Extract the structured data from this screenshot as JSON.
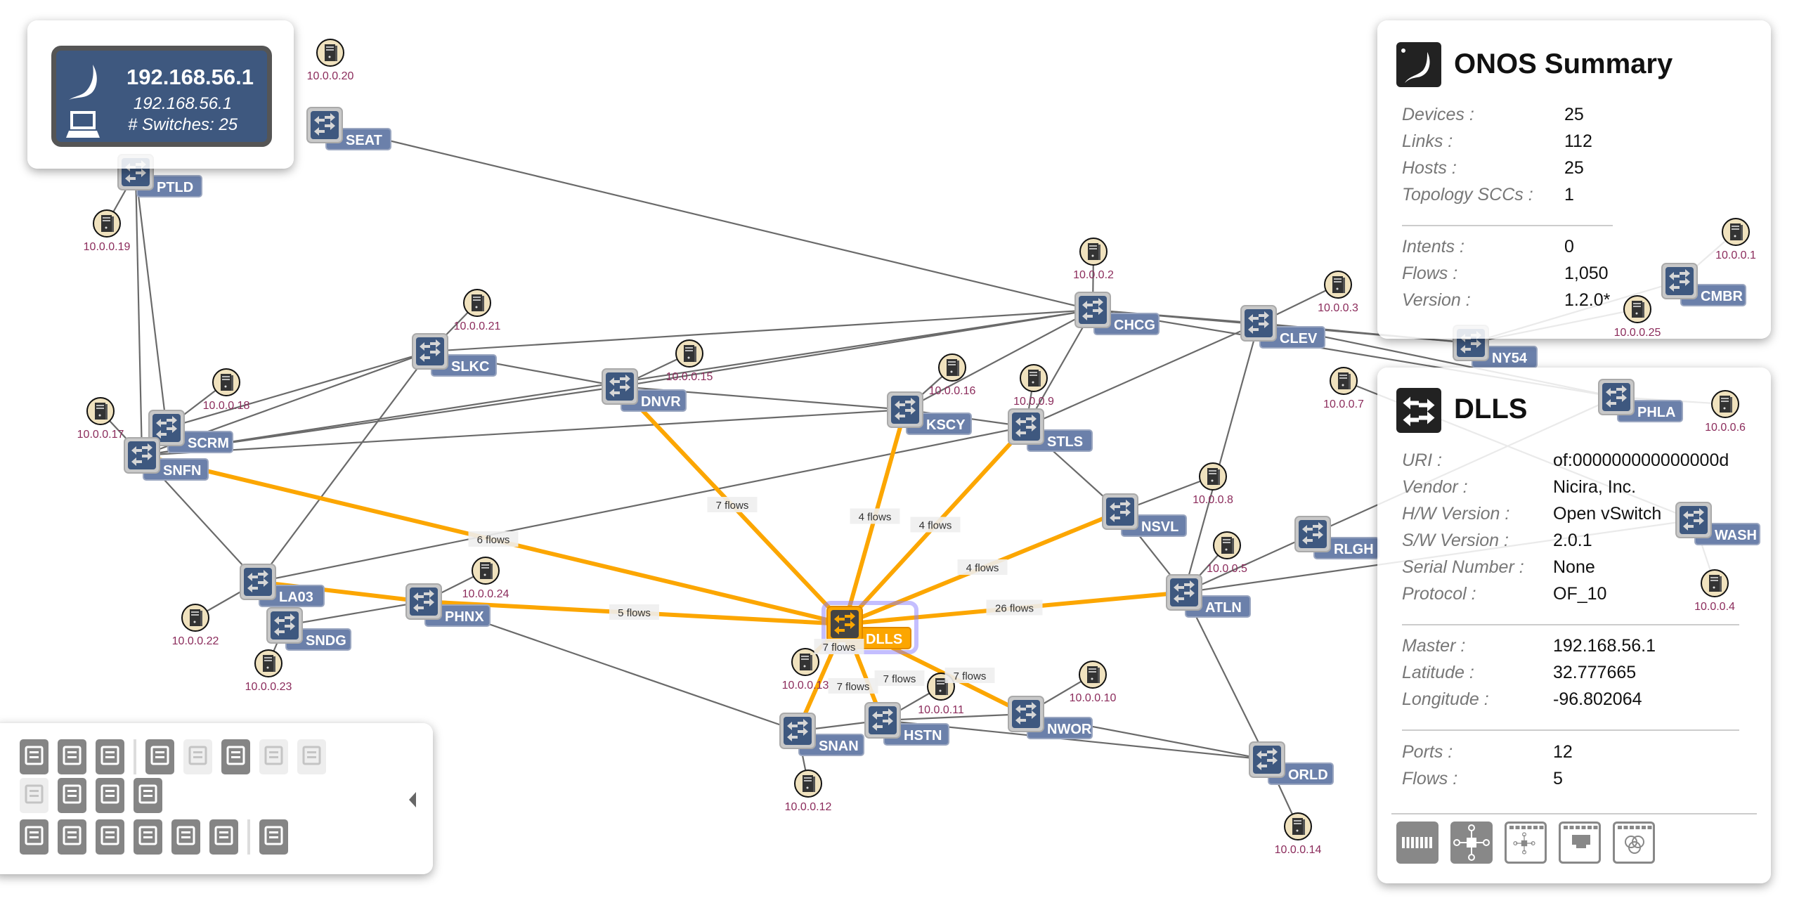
{
  "master": {
    "title": "192.168.56.1",
    "ip": "192.168.56.1",
    "switches": "# Switches: 25"
  },
  "summary": {
    "title": "ONOS Summary",
    "rows1": [
      {
        "k": "Devices :",
        "v": "25"
      },
      {
        "k": "Links :",
        "v": "112"
      },
      {
        "k": "Hosts :",
        "v": "25"
      },
      {
        "k": "Topology SCCs :",
        "v": "1"
      }
    ],
    "rows2": [
      {
        "k": "Intents :",
        "v": "0"
      },
      {
        "k": "Flows :",
        "v": "1,050"
      },
      {
        "k": "Version :",
        "v": "1.2.0*"
      }
    ]
  },
  "detail": {
    "title": "DLLS",
    "rows1": [
      {
        "k": "URI :",
        "v": "of:000000000000000d"
      },
      {
        "k": "Vendor :",
        "v": "Nicira, Inc."
      },
      {
        "k": "H/W Version :",
        "v": "Open vSwitch"
      },
      {
        "k": "S/W Version :",
        "v": "2.0.1"
      },
      {
        "k": "Serial Number :",
        "v": "None"
      },
      {
        "k": "Protocol :",
        "v": "OF_10"
      }
    ],
    "rows2": [
      {
        "k": "Master :",
        "v": "192.168.56.1"
      },
      {
        "k": "Latitude :",
        "v": "32.777665"
      },
      {
        "k": "Longitude :",
        "v": "-96.802064"
      }
    ],
    "rows3": [
      {
        "k": "Ports :",
        "v": "12"
      },
      {
        "k": "Flows :",
        "v": "5"
      }
    ],
    "buttons": [
      "ports-view-icon",
      "flows-view-icon",
      "device-flows-icon",
      "port-table-icon",
      "groups-icon"
    ]
  },
  "topology": {
    "switches": [
      "PTLD",
      "SEAT",
      "SCRM",
      "SNFN",
      "SLKC",
      "DNVR",
      "KSCY",
      "STLS",
      "CHCG",
      "CLEV",
      "NY54",
      "PHLA",
      "CMBR",
      "WASH",
      "NSVL",
      "RLGH",
      "ATLN",
      "LA03",
      "SNDG",
      "PHNX",
      "DLLS",
      "SNAN",
      "HSTN",
      "NWOR",
      "ORLD"
    ],
    "selected": "DLLS",
    "hosts": [
      "10.0.0.19",
      "10.0.0.21",
      "10.0.0.18",
      "10.0.0.17",
      "10.0.0.15",
      "10.0.0.16",
      "10.0.0.9",
      "10.0.0.2",
      "10.0.0.3",
      "10.0.0.7",
      "10.0.0.8",
      "10.0.0.5",
      "10.0.0.24",
      "10.0.0.22",
      "10.0.0.23",
      "10.0.0.13",
      "10.0.0.11",
      "10.0.0.10",
      "10.0.0.12",
      "10.0.0.14",
      "10.0.0.25",
      "10.0.0.1",
      "10.0.0.6",
      "10.0.0.4",
      "10.0.0.20"
    ],
    "links": [
      [
        "PTLD",
        "SNFN"
      ],
      [
        "PTLD",
        "SCRM"
      ],
      [
        "PTLD",
        "10.0.0.19"
      ],
      [
        "SEAT",
        "CHCG"
      ],
      [
        "SCRM",
        "SLKC"
      ],
      [
        "SCRM",
        "10.0.0.18"
      ],
      [
        "SNFN",
        "SLKC"
      ],
      [
        "SNFN",
        "CHCG"
      ],
      [
        "SNFN",
        "DNVR"
      ],
      [
        "SNFN",
        "KSCY"
      ],
      [
        "SNFN",
        "LA03"
      ],
      [
        "SNFN",
        "10.0.0.17"
      ],
      [
        "SCRM",
        "SNFN"
      ],
      [
        "SLKC",
        "10.0.0.21"
      ],
      [
        "SLKC",
        "DNVR"
      ],
      [
        "SLKC",
        "CHCG"
      ],
      [
        "SLKC",
        "LA03"
      ],
      [
        "DNVR",
        "CHCG"
      ],
      [
        "DNVR",
        "KSCY"
      ],
      [
        "DNVR",
        "10.0.0.15"
      ],
      [
        "KSCY",
        "CHCG"
      ],
      [
        "KSCY",
        "STLS"
      ],
      [
        "KSCY",
        "10.0.0.16"
      ],
      [
        "STLS",
        "CHCG"
      ],
      [
        "STLS",
        "CLEV"
      ],
      [
        "STLS",
        "NSVL"
      ],
      [
        "STLS",
        "10.0.0.9"
      ],
      [
        "STLS",
        "LA03"
      ],
      [
        "CHCG",
        "CLEV"
      ],
      [
        "CHCG",
        "10.0.0.2"
      ],
      [
        "CHCG",
        "NY54"
      ],
      [
        "CHCG",
        "PHLA"
      ],
      [
        "CLEV",
        "NY54"
      ],
      [
        "CLEV",
        "10.0.0.3"
      ],
      [
        "CLEV",
        "ATLN"
      ],
      [
        "CLEV",
        "PHLA"
      ],
      [
        "NSVL",
        "ATLN"
      ],
      [
        "NSVL",
        "10.0.0.8"
      ],
      [
        "ATLN",
        "10.0.0.5"
      ],
      [
        "ATLN",
        "ORLD"
      ],
      [
        "ATLN",
        "RLGH"
      ],
      [
        "ATLN",
        "WASH"
      ],
      [
        "RLGH",
        "PHLA"
      ],
      [
        "WASH",
        "10.0.0.7"
      ],
      [
        "WASH",
        "10.0.0.4"
      ],
      [
        "NY54",
        "CMBR"
      ],
      [
        "NY54",
        "10.0.0.25"
      ],
      [
        "CMBR",
        "10.0.0.1"
      ],
      [
        "PHLA",
        "10.0.0.6"
      ],
      [
        "LA03",
        "SNDG"
      ],
      [
        "LA03",
        "10.0.0.22"
      ],
      [
        "SNDG",
        "PHNX"
      ],
      [
        "SNDG",
        "10.0.0.23"
      ],
      [
        "PHNX",
        "10.0.0.24"
      ],
      [
        "PHNX",
        "SNAN"
      ],
      [
        "SNAN",
        "HSTN"
      ],
      [
        "SNAN",
        "10.0.0.12"
      ],
      [
        "HSTN",
        "NWOR"
      ],
      [
        "HSTN",
        "ORLD"
      ],
      [
        "HSTN",
        "10.0.0.11"
      ],
      [
        "NWOR",
        "ORLD"
      ],
      [
        "NWOR",
        "10.0.0.10"
      ],
      [
        "ORLD",
        "10.0.0.14"
      ]
    ],
    "flow_links": [
      {
        "a": "DLLS",
        "b": "SNFN",
        "label": "6 flows"
      },
      {
        "a": "DLLS",
        "b": "DNVR",
        "label": "7 flows"
      },
      {
        "a": "DLLS",
        "b": "KSCY",
        "label": "4 flows"
      },
      {
        "a": "DLLS",
        "b": "STLS",
        "label": "4 flows"
      },
      {
        "a": "DLLS",
        "b": "NSVL",
        "label": "4 flows"
      },
      {
        "a": "DLLS",
        "b": "ATLN",
        "label": "26 flows"
      },
      {
        "a": "DLLS",
        "b": "PHNX",
        "label": "5 flows"
      },
      {
        "a": "LA03",
        "b": "PHNX",
        "label": ""
      },
      {
        "a": "DLLS",
        "b": "10.0.0.13",
        "label": "7 flows"
      },
      {
        "a": "DLLS",
        "b": "SNAN",
        "label": "7 flows"
      },
      {
        "a": "DLLS",
        "b": "HSTN",
        "label": "7 flows"
      },
      {
        "a": "DLLS",
        "b": "NWOR",
        "label": "7 flows"
      }
    ]
  },
  "toolbar": {
    "rows": [
      [
        {
          "icon": "summary-panel-icon",
          "on": true
        },
        {
          "icon": "instance-panel-icon",
          "on": true
        },
        {
          "icon": "details-panel-icon",
          "on": true
        },
        "sep",
        {
          "icon": "host-toggle-icon",
          "on": true
        },
        {
          "icon": "offline-devices-icon",
          "on": false
        },
        {
          "icon": "port-highlight-icon",
          "on": true
        },
        {
          "icon": "background-map-icon",
          "on": false
        },
        {
          "icon": "sprite-layer-icon",
          "on": false
        }
      ],
      [
        {
          "icon": "layer-toggle-icon",
          "on": false
        },
        {
          "icon": "oblique-view-icon",
          "on": true
        },
        {
          "icon": "cycle-labels-icon",
          "on": true
        },
        {
          "icon": "zoom-to-fit-icon",
          "on": true
        }
      ],
      [
        {
          "icon": "related-intents-icon",
          "on": true
        },
        {
          "icon": "prev-intent-icon",
          "on": true
        },
        {
          "icon": "next-intent-icon",
          "on": true
        },
        {
          "icon": "monitor-ports-icon",
          "on": true
        },
        {
          "icon": "all-traffic-icon",
          "on": true
        },
        {
          "icon": "device-flows-icon",
          "on": true
        },
        "sep",
        {
          "icon": "equalize-masters-icon",
          "on": true
        }
      ]
    ],
    "colors": {
      "accent": "#fca600",
      "switch": "#3e587f",
      "label": "#6b80aa",
      "host_label": "#8b2b5b"
    }
  }
}
